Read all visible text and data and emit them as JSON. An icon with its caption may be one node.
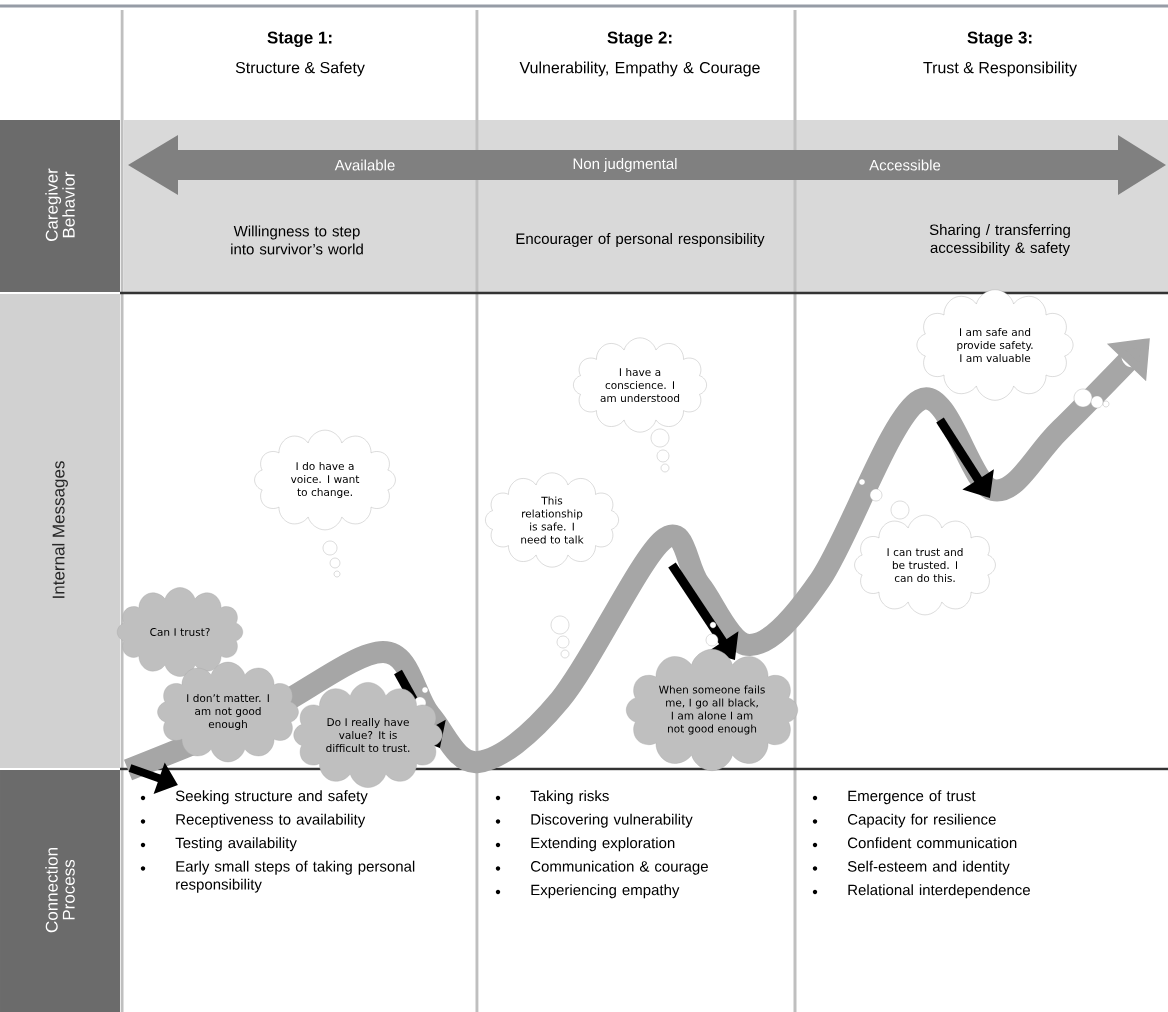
{
  "diagram": {
    "nodes": [
      {
        "text": [
          "I do have a voice. I want to change."
        ]
      },
      {
        "text": [
          "Can I trust?"
        ]
      },
      {
        "text": [
          "I don’t matter. I am not good enough"
        ]
      },
      {
        "text": [
          "Do I really have value? It is difficult to trust."
        ]
      },
      {
        "text": [
          "I have a conscience. I am understood"
        ]
      },
      {
        "text": [
          "This relationship is safe. I need to talk"
        ]
      },
      {
        "text": [
          "When someone fails me, I go all black, I am alone I am not good enough"
        ]
      },
      {
        "text": [
          "I am safe and provide safety. I am valuable"
        ]
      },
      {
        "text": [
          "I can trust and be trusted. I can do this."
        ]
      }
    ],
    "labels": [
      "Stage 1:",
      "Structure & Safety",
      "Stage 2:",
      "Vulnerability, Empathy & Courage",
      "Stage 3:",
      "Trust & Responsibility",
      "Caregiver Behavior",
      "Available",
      "Non judgmental",
      "Accessible",
      "Willingness to step into survivor’s world",
      "Encourager of personal responsibility",
      "Sharing / transferring accessibility & safety",
      "Internal Messages",
      "Connection Process",
      "Seeking structure and safety",
      "Receptiveness to availability",
      "Testing availability",
      "Early small steps of taking personal responsibility",
      "Taking risks",
      "Discovering vulnerability",
      "Extending exploration",
      "Communication & courage",
      "Experiencing empathy",
      "Emergence of trust",
      "Capacity for resilience",
      "Confident communication",
      "Self-esteem and identity",
      "Relational interdependence"
    ]
  }
}
